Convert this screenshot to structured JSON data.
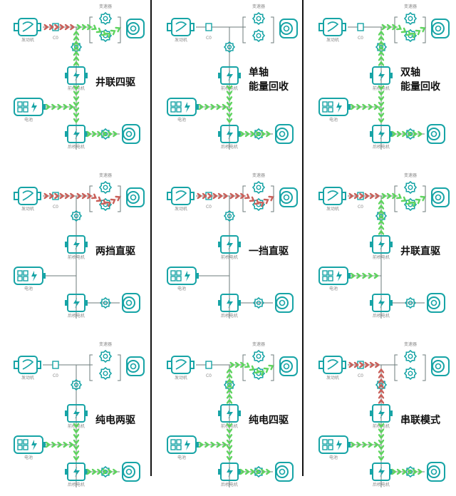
{
  "labels": {
    "engine": "发动机",
    "c0": "C0",
    "gearbox": "变速器",
    "front_motor": "前桥电机",
    "rear_motor": "后桥电机",
    "battery": "电池"
  },
  "colors": {
    "teal": "#17a4a6",
    "green_flow": "#5fd45f",
    "red_flow": "#c9605a",
    "line": "#6e7b7b"
  },
  "panels": [
    {
      "id": "p1",
      "title": "井联四驱",
      "flows": {
        "engine": "red",
        "gear": "green",
        "front_up": "green",
        "batt": "green",
        "rear_down": "green",
        "rear_out": "green"
      }
    },
    {
      "id": "p2",
      "title": "单轴\n能量回收",
      "flows": {
        "engine": "none",
        "gear": "none",
        "front_up": "none",
        "batt": "green",
        "rear_down": "green",
        "rear_out": "green"
      }
    },
    {
      "id": "p3",
      "title": "双轴\n能量回收",
      "flows": {
        "engine": "none",
        "gear": "green",
        "front_up": "green",
        "batt": "green",
        "rear_down": "green",
        "rear_out": "green"
      }
    },
    {
      "id": "p4",
      "title": "两挡直驱",
      "flows": {
        "engine": "red",
        "gear": "red",
        "front_up": "none",
        "batt": "none",
        "rear_down": "none",
        "rear_out": "none"
      }
    },
    {
      "id": "p5",
      "title": "一挡直驱",
      "flows": {
        "engine": "red",
        "gear": "red",
        "front_up": "none",
        "batt": "none",
        "rear_down": "none",
        "rear_out": "none"
      }
    },
    {
      "id": "p6",
      "title": "井联直驱",
      "flows": {
        "engine": "red",
        "gear": "green",
        "front_up": "green",
        "batt": "green",
        "rear_down": "none",
        "rear_out": "none"
      }
    },
    {
      "id": "p7",
      "title": "纯电两驱",
      "flows": {
        "engine": "none",
        "gear": "none",
        "front_up": "none",
        "batt": "green",
        "rear_down": "green",
        "rear_out": "green"
      }
    },
    {
      "id": "p8",
      "title": "纯电四驱",
      "flows": {
        "engine": "none",
        "gear": "green",
        "front_up": "green",
        "batt": "green",
        "rear_down": "green",
        "rear_out": "green"
      }
    },
    {
      "id": "p9",
      "title": "串联模式",
      "flows": {
        "engine": "red",
        "gear": "none",
        "front_up": "red",
        "batt": "green",
        "rear_down": "green",
        "rear_out": "green"
      }
    }
  ]
}
